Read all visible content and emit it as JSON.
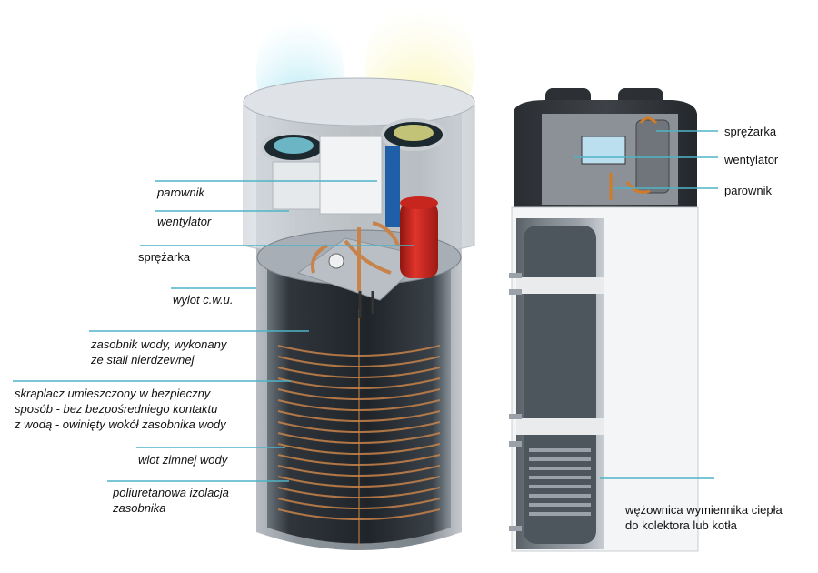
{
  "labels_left": {
    "parownik": "parownik",
    "wentylator": "wentylator",
    "sprezarka": "sprężarka",
    "wylot": "wylot c.w.u.",
    "zasobnik": "zasobnik wody, wykonany\nze stali nierdzewnej",
    "skraplacz": "skraplacz umieszczony w bezpieczny\nsposób - bez bezpośredniego kontaktu\nz wodą - owinięty wokół zasobnika wody",
    "wlot": "wlot zimnej wody",
    "izolacja": "poliuretanowa izolacja\nzasobnika"
  },
  "labels_right": {
    "sprezarka": "sprężarka",
    "wentylator": "wentylator",
    "parownik": "parownik",
    "wezownica": "wężownica wymiennika ciepła\ndo kolektora lub kotła"
  },
  "colors": {
    "leader": "#4fb3c8",
    "cylinder_dark": "#2b3036",
    "coil_copper": "#c8834a",
    "compressor_red": "#d42a22",
    "fan_blue": "#1f5fa8",
    "airflow_cyan": "#9fe3f0",
    "airflow_yellow": "#f0ec8a"
  }
}
